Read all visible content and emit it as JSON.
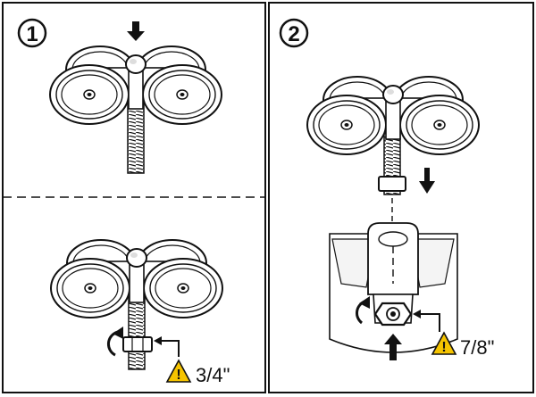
{
  "steps": [
    {
      "number": "1"
    },
    {
      "number": "2"
    }
  ],
  "callouts": {
    "wrench_small": "3/4\"",
    "wrench_large": "7/8\""
  },
  "icons": {
    "warning": "warning-triangle-icon",
    "arrow": "arrow-icon",
    "rotate": "rotate-arrow-icon",
    "wheel": "roller-wheel-icon",
    "bolt": "threaded-bolt-icon",
    "nut": "hex-nut-icon",
    "bracket": "mounting-bracket-icon"
  },
  "colors": {
    "line": "#111111",
    "warning_fill": "#f6c400"
  }
}
